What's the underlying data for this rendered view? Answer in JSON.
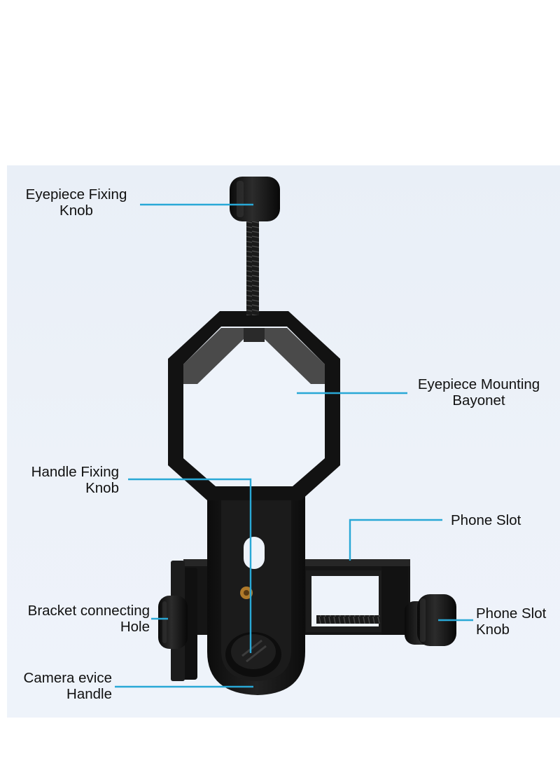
{
  "colors": {
    "background": "#ffffff",
    "panel": "#ecf1f8",
    "leader_line": "#29a8d6",
    "device_body": "#141414",
    "device_edge": "#2e2e2e",
    "brass_insert": "#b07a2a",
    "text": "#111111"
  },
  "labels": {
    "eyepiece_fixing_knob": {
      "line1": "Eyepiece Fixing",
      "line2": "Knob"
    },
    "eyepiece_mounting_bayonet": {
      "line1": "Eyepiece Mounting",
      "line2": "Bayonet"
    },
    "handle_fixing_knob": {
      "line1": "Handle Fixing",
      "line2": "Knob"
    },
    "phone_slot": {
      "line1": "Phone Slot"
    },
    "bracket_connecting_hole": {
      "line1": "Bracket connecting",
      "line2": "Hole"
    },
    "phone_slot_knob": {
      "line1": "Phone Slot",
      "line2": "Knob"
    },
    "camera_device_handle": {
      "line1": "Camera evice",
      "line2": "Handle"
    }
  }
}
